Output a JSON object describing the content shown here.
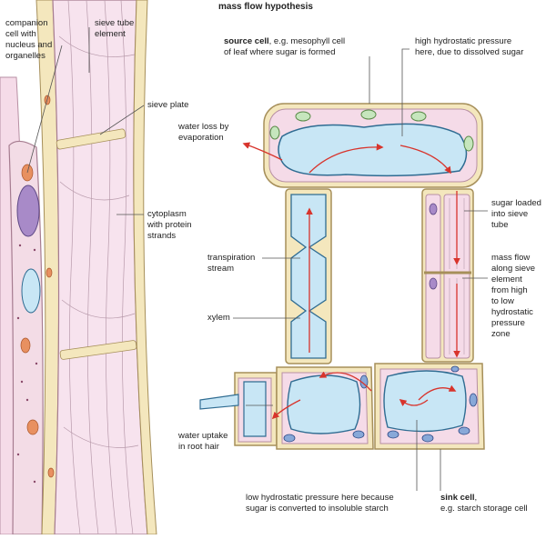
{
  "title": "mass flow hypothesis",
  "labels": {
    "companion_cell": "companion\ncell with\nnucleus and\norganelles",
    "sieve_tube_element": "sieve tube\nelement",
    "sieve_plate": "sieve plate",
    "cytoplasm": "cytoplasm\nwith protein\nstrands",
    "source_cell_bold": "source cell",
    "source_cell_rest": ", e.g. mesophyll cell\nof leaf where sugar is formed",
    "high_pressure": "high hydrostatic pressure\nhere, due to dissolved sugar",
    "water_loss": "water loss by\nevaporation",
    "sugar_loaded": "sugar loaded\ninto sieve\ntube",
    "transpiration": "transpiration\nstream",
    "mass_flow": "mass flow\nalong sieve\nelement\nfrom high\nto low\nhydrostatic\npressure\nzone",
    "xylem": "xylem",
    "water_uptake": "water uptake\nin root hair",
    "low_pressure": "low hydrostatic pressure here because\nsugar is converted to insoluble starch",
    "sink_cell_bold": "sink cell",
    "sink_cell_rest": ",\ne.g. starch storage cell"
  },
  "colors": {
    "cell_wall": "#f4e7bd",
    "cell_wall_stroke": "#a68f5a",
    "cytoplasm_pink": "#f5dbe8",
    "vacuole_blue": "#c8e6f5",
    "vacuole_stroke": "#2f6c92",
    "chloroplast_green": "#c6e6bd",
    "nucleus_purple": "#a88ac8",
    "nucleus_blue": "#88a8d8",
    "arrow_red": "#d8342c",
    "leader_line": "#555555"
  }
}
